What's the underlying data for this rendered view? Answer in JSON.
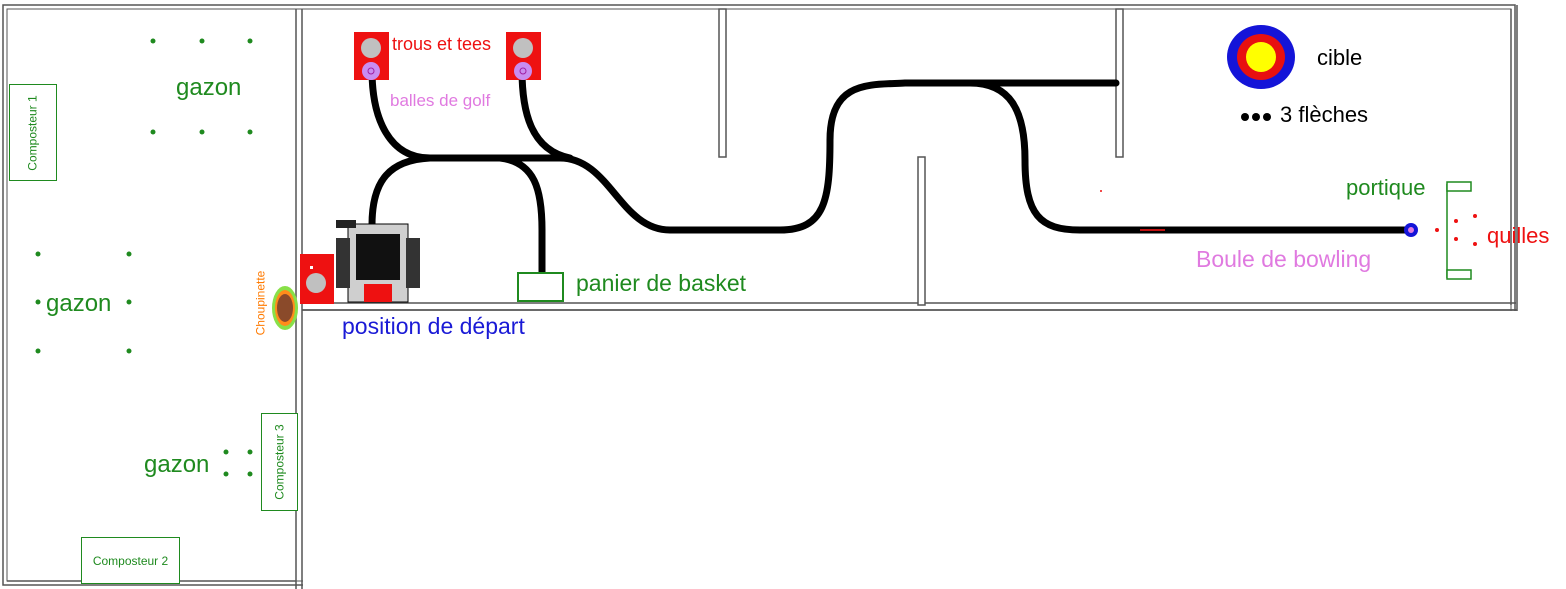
{
  "labels": {
    "gazon_top": "gazon",
    "gazon_mid": "gazon",
    "gazon_bottom": "gazon",
    "trous_tees": "trous et tees",
    "balles_golf": "balles de golf",
    "panier_basket": "panier de basket",
    "position_depart": "position de départ",
    "choupinette": "Choupinette",
    "cible": "cible",
    "fleches": "3 flèches",
    "portique": "portique",
    "quilles": "quilles",
    "boule_bowling": "Boule de bowling"
  },
  "composteurs": {
    "c1": "Composteur 1",
    "c2": "Composteur 2",
    "c3": "Composteur 3"
  },
  "colors": {
    "wall": "#555555",
    "track": "#000000",
    "zone_red": "#ee1111",
    "grass_green": "#1f8a1f",
    "ball_violet": "#c98cf0",
    "target_blue": "#1414d8",
    "target_red": "#e81010",
    "target_yellow": "#ffff00",
    "choupinette_brown": "#8a4a2a"
  }
}
